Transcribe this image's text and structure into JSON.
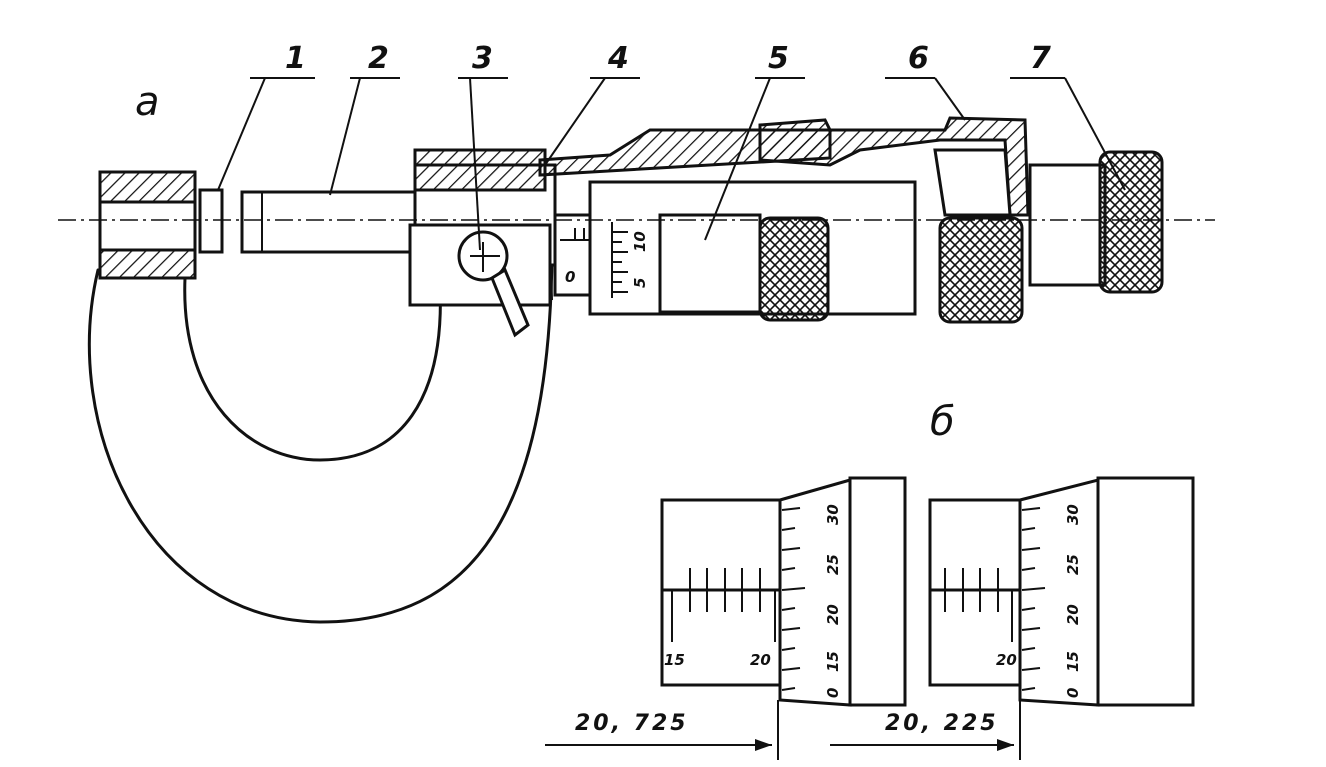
{
  "figure": {
    "view_a_label": "а",
    "view_b_label": "б",
    "callouts": [
      "1",
      "2",
      "3",
      "4",
      "5",
      "6",
      "7"
    ],
    "thimble_scale_main": [
      "0",
      "5",
      "10"
    ],
    "reading_left": {
      "sleeve_labels": [
        "15",
        "20"
      ],
      "thimble_labels": [
        "0",
        "15",
        "20",
        "25",
        "30"
      ],
      "measurement": "20, 725"
    },
    "reading_right": {
      "sleeve_labels": [
        "20"
      ],
      "thimble_labels": [
        "0",
        "15",
        "20",
        "25",
        "30"
      ],
      "measurement": "20, 225"
    }
  }
}
